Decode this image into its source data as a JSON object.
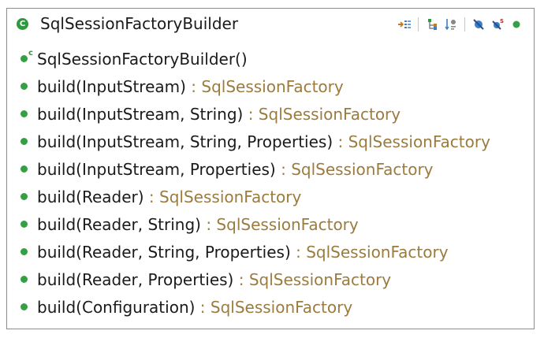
{
  "window": {
    "title": "SqlSessionFactoryBuilder",
    "class_icon_letter": "C"
  },
  "toolbar": {
    "icons": [
      "expand-hierarchy-icon",
      "show-inherited-icon",
      "sort-icon",
      "hide-fields-icon",
      "hide-static-icon",
      "hide-nonpublic-icon"
    ]
  },
  "members": [
    {
      "kind": "constructor",
      "signature": "SqlSessionFactoryBuilder()",
      "return_type": "",
      "modifier_mark": "c"
    },
    {
      "kind": "method",
      "signature": "build(InputStream)",
      "return_type": " : SqlSessionFactory"
    },
    {
      "kind": "method",
      "signature": "build(InputStream, String)",
      "return_type": " : SqlSessionFactory"
    },
    {
      "kind": "method",
      "signature": "build(InputStream, String, Properties)",
      "return_type": " : SqlSessionFactory"
    },
    {
      "kind": "method",
      "signature": "build(InputStream, Properties)",
      "return_type": " : SqlSessionFactory"
    },
    {
      "kind": "method",
      "signature": "build(Reader)",
      "return_type": " : SqlSessionFactory"
    },
    {
      "kind": "method",
      "signature": "build(Reader, String)",
      "return_type": " : SqlSessionFactory"
    },
    {
      "kind": "method",
      "signature": "build(Reader, String, Properties)",
      "return_type": " : SqlSessionFactory"
    },
    {
      "kind": "method",
      "signature": "build(Reader, Properties)",
      "return_type": " : SqlSessionFactory"
    },
    {
      "kind": "method",
      "signature": "build(Configuration)",
      "return_type": " : SqlSessionFactory"
    }
  ],
  "colors": {
    "public_method": "#35a043",
    "return_type": "#9b7b3e",
    "text": "#1a1a1a"
  }
}
